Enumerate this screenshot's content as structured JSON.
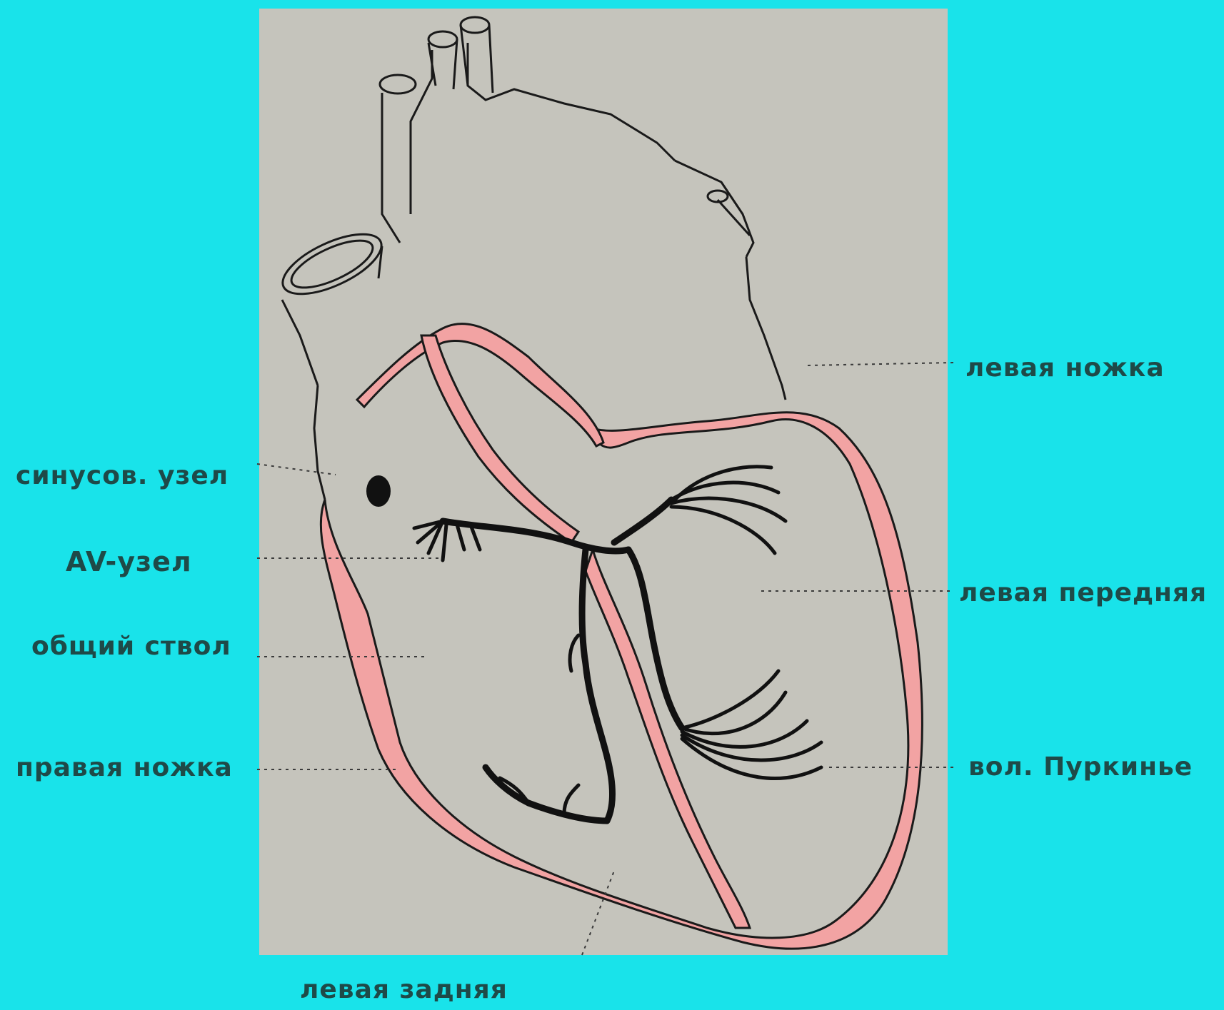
{
  "colors": {
    "background": "#19e3ea",
    "panel": "#c5c4bc",
    "myocardium_pink": "#f2a3a3",
    "conduction_black": "#111111",
    "label_text": "#1e4a48"
  },
  "labels": {
    "left_bundle": "левая ножка",
    "sinus_node": "синусов. узел",
    "av_node": "AV-узел",
    "left_anterior": "левая передняя",
    "common_trunk": "общий ствол",
    "right_bundle": "правая ножка",
    "purkinje": "вол. Пуркинье",
    "left_posterior": "левая задняя"
  }
}
